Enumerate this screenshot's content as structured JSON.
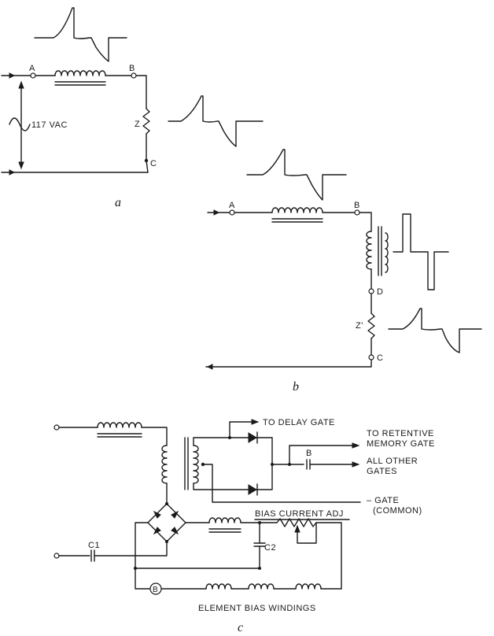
{
  "diagram_a": {
    "caption": "a",
    "terminal_a": "A",
    "terminal_b": "B",
    "terminal_c": "C",
    "load_label": "Z",
    "source_label": "117 VAC"
  },
  "diagram_b": {
    "caption": "b",
    "terminal_a": "A",
    "terminal_b": "B",
    "terminal_d": "D",
    "terminal_c": "C",
    "load_label": "Z'"
  },
  "diagram_c": {
    "caption": "c",
    "to_delay_gate": "TO DELAY GATE",
    "to_retentive_line1": "TO RETENTIVE",
    "to_retentive_line2": "MEMORY GATE",
    "all_other_line1": "ALL OTHER",
    "all_other_line2": "GATES",
    "point_b": "B",
    "gate_line1": "– GATE",
    "gate_line2": "(COMMON)",
    "bias_adj": "BIAS CURRENT ADJ",
    "c1": "C1",
    "c2": "C2",
    "meter_b": "B",
    "element_bias": "ELEMENT BIAS WINDINGS"
  }
}
